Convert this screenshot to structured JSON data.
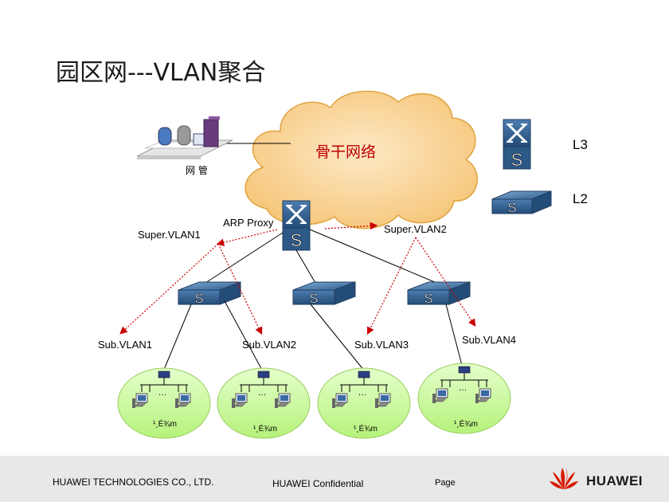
{
  "title": "园区网---VLAN聚合",
  "backbone": "骨干网络",
  "management": "网 管",
  "levels": {
    "l3": "L3",
    "l2": "L2"
  },
  "arp_proxy": "ARP Proxy",
  "super_vlans": [
    "Super.VLAN1",
    "Super.VLAN2"
  ],
  "sub_vlans": [
    "Sub.VLAN1",
    "Sub.VLAN2",
    "Sub.VLAN3",
    "Sub.VLAN4"
  ],
  "host_labels": [
    "¹¸É¾­m",
    "¹¸É¾­m",
    "¹¸É¾­m",
    "¹¸É¾­m"
  ],
  "ellipsis": "…",
  "switch_letter": "S",
  "footer": {
    "company": "HUAWEI TECHNOLOGIES CO., LTD.",
    "confidential": "HUAWEI Confidential",
    "page": "Page",
    "brand": "HUAWEI"
  },
  "colors": {
    "cloud": "#f9d79e",
    "switch": "#3a6fa3",
    "group": "#ccff99",
    "arrow": "#cc0000",
    "logo": "#d81e06"
  }
}
